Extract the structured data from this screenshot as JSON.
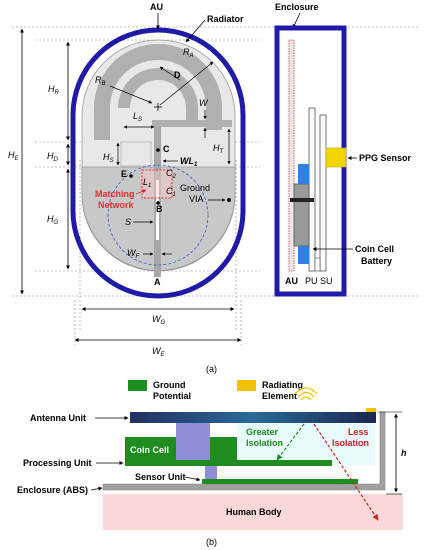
{
  "panel_a": {
    "label": "(a)",
    "top_label": "AU",
    "radiator_label": "Radiator",
    "enclosure_label": "Enclosure",
    "ppg_label": "PPG Sensor",
    "coin_label_1": "Coin Cell",
    "coin_label_2": "Battery",
    "matching_1": "Matching",
    "matching_2": "Network",
    "ground_1": "Ground",
    "ground_2": "VIA",
    "point_a": "A",
    "point_b": "B",
    "point_c": "C",
    "point_d": "D",
    "point_e": "E",
    "s_label": "S",
    "au_label": "AU",
    "pu_label": "PU",
    "su_label": "SU",
    "h_r": "H",
    "h_r_sub": "R",
    "h_d": "H",
    "h_d_sub": "D",
    "h_g": "H",
    "h_g_sub": "G",
    "h_e": "H",
    "h_e_sub": "E",
    "h_s": "H",
    "h_s_sub": "S",
    "h_t": "H",
    "h_t_sub": "T",
    "r_a": "R",
    "r_a_sub": "A",
    "r_b": "R",
    "r_b_sub": "B",
    "w": "W",
    "w_g": "W",
    "w_g_sub": "G",
    "w_e": "W",
    "w_e_sub": "E",
    "w_f": "W",
    "w_f_sub": "F",
    "l_s": "L",
    "l_s_sub": "S",
    "wl1": "WL",
    "wl1_sub": "1",
    "l1": "L",
    "l1_sub": "1",
    "c1": "C",
    "c1_sub": "1",
    "c2": "C",
    "c2_sub": "2"
  },
  "panel_b": {
    "label": "(b)",
    "legend_ground": "Ground",
    "legend_ground_2": "Potential",
    "legend_radiating": "Radiating",
    "legend_radiating_2": "Element",
    "antenna_unit": "Antenna Unit",
    "processing_unit": "Processing Unit",
    "sensor_unit": "Sensor Unit",
    "enclosure_abs": "Enclosure (ABS)",
    "coin_cell": "Coin Cell",
    "greater_1": "Greater",
    "greater_2": "Isolation",
    "less_1": "Less",
    "less_2": "Isolation",
    "h": "h",
    "human_body": "Human Body"
  },
  "colors": {
    "enclosure": "#1f1aa8",
    "ground": "#1e8c1e",
    "radiating": "#f2c200",
    "gray": "#b4b4b4",
    "matching": "#e03030",
    "body": "#f8d8d8",
    "coin_blue": "#8d8dd8",
    "cyan": "#9ce8e8"
  }
}
